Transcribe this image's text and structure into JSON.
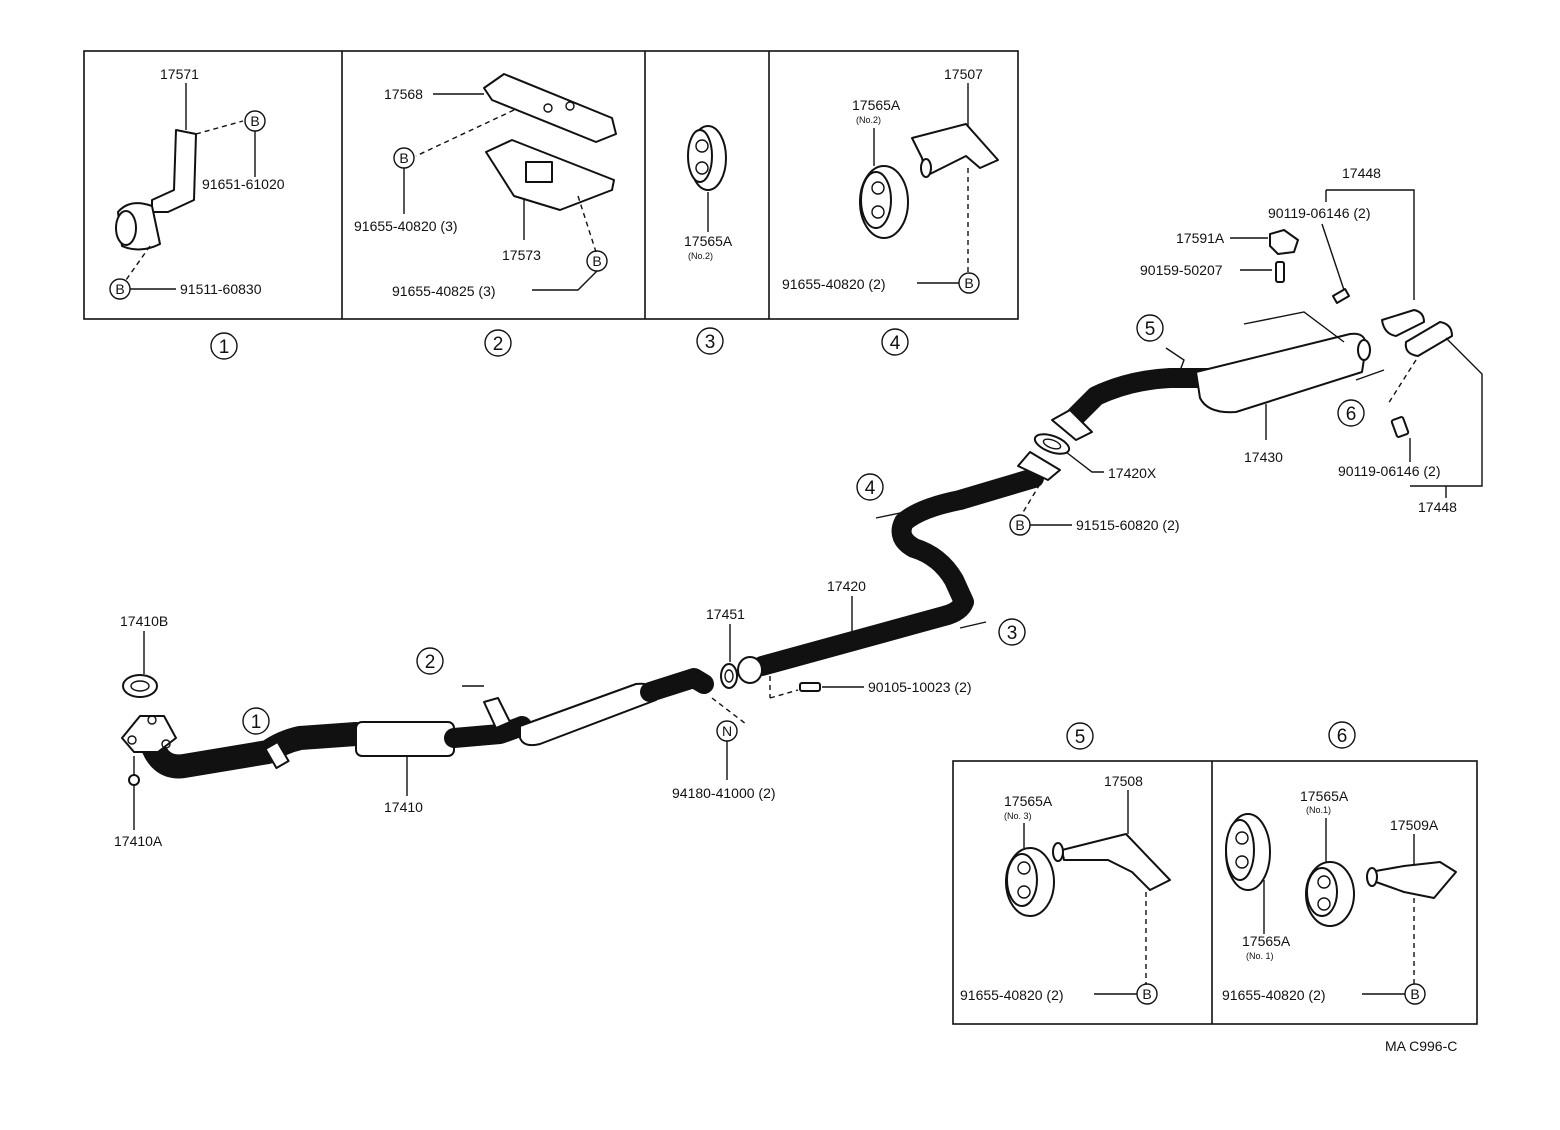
{
  "insets": {
    "inset1": {
      "bracket": "17571",
      "bolt_top": "91651-61020",
      "bolt_bottom": "91511-60830",
      "marker": "B"
    },
    "inset2": {
      "bracket_top": "17568",
      "bracket_bottom": "17573",
      "bolt_a": "91655-40820 (3)",
      "bolt_b": "91655-40825 (3)",
      "marker": "B"
    },
    "inset3": {
      "hanger": "17565A",
      "hanger_note": "(No.2)"
    },
    "inset4": {
      "hanger": "17565A",
      "hanger_note": "(No.2)",
      "bracket": "17507",
      "bolt": "91655-40820 (2)",
      "marker": "B"
    },
    "inset5": {
      "hanger": "17565A",
      "hanger_note": "(No. 3)",
      "bracket": "17508",
      "bolt": "91655-40820 (2)",
      "marker": "B"
    },
    "inset6": {
      "hanger_a": "17565A",
      "hanger_a_note": "(No. 1)",
      "hanger_b": "17565A",
      "hanger_b_note": "(No.1)",
      "bracket": "17509A",
      "bolt": "91655-40820 (2)",
      "marker": "B"
    }
  },
  "view_numbers": [
    "1",
    "2",
    "3",
    "4",
    "5",
    "6"
  ],
  "parts": {
    "gasket_front": "17410B",
    "nut_front": "17410A",
    "front_pipe": "17410",
    "gasket_center": "17451",
    "center_pipe": "17420",
    "bolt_center": "90105-10023 (2)",
    "nut_n": "94180-41000 (2)",
    "nut_n_marker": "N",
    "gasket_tail": "17420X",
    "bolt_tail": "91515-60820 (2)",
    "bolt_tail_marker": "B",
    "tail_pipe": "17430",
    "hanger_cushion": "17591A",
    "bolt_hanger": "90159-50207",
    "tail_tip_top": "17448",
    "tail_tip_bottom": "17448",
    "screw_top": "90119-06146 (2)",
    "screw_bottom": "90119-06146 (2)"
  },
  "figure_id": "MA C996-C"
}
